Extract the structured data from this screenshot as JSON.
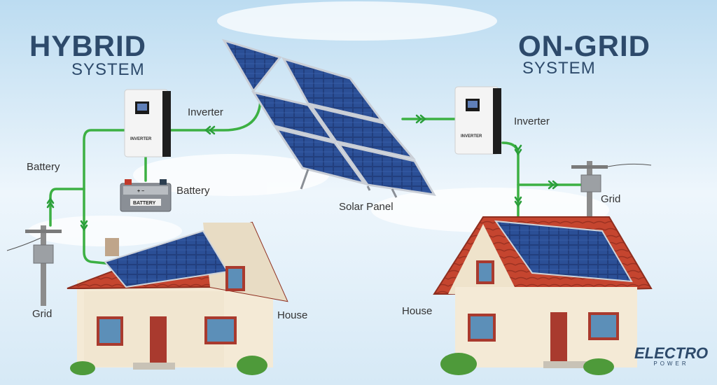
{
  "hybrid": {
    "title": "HYBRID",
    "subtitle": "SYSTEM"
  },
  "ongrid": {
    "title": "ON-GRID",
    "subtitle": "SYSTEM"
  },
  "labels": {
    "inverter_left": "Inverter",
    "battery_left": "Battery",
    "battery_center": "Battery",
    "grid_left": "Grid",
    "house_left": "House",
    "solar_panel": "Solar Panel",
    "inverter_right": "Inverter",
    "grid_right": "Grid",
    "house_right": "House"
  },
  "device_text": {
    "inverter": "INVERTER",
    "battery": "BATTERY",
    "battery_terminals": "+  −"
  },
  "logo": {
    "brand": "ELECTRO",
    "tagline": "POWER"
  },
  "colors": {
    "title": "#2d4a6b",
    "wire": "#3cb043",
    "panel": "#1f3c7a",
    "roof": "#c5452f",
    "wall": "#f4ead6"
  },
  "icons": [
    "inverter-icon",
    "battery-icon",
    "solar-panel-icon",
    "utility-pole-icon",
    "house-icon",
    "arrow-icon"
  ]
}
